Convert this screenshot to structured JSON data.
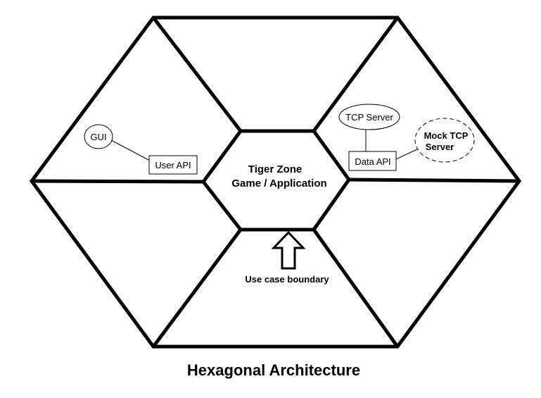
{
  "diagram": {
    "title": "Hexagonal Architecture",
    "core": {
      "line1": "Tiger Zone",
      "line2": "Game / Application"
    },
    "nodes": {
      "gui": "GUI",
      "user_api": "User API",
      "tcp_server": "TCP Server",
      "data_api": "Data API",
      "mock_line1": "Mock TCP",
      "mock_line2": "Server"
    },
    "boundary_label": "Use case boundary"
  }
}
